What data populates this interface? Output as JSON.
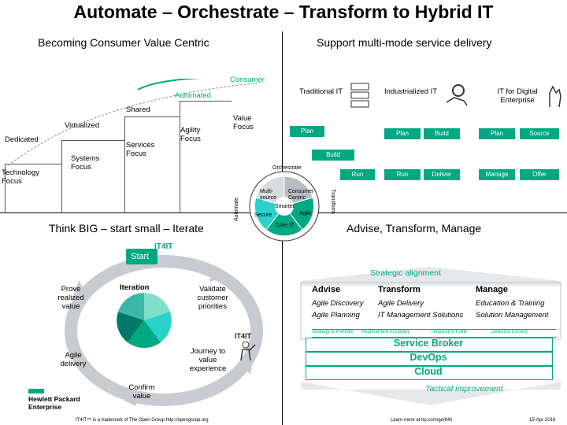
{
  "title": "Automate – Orchestrate – Transform to Hybrid IT",
  "q1": {
    "heading": "Becoming Consumer Value Centric",
    "levels": [
      "Technology Focus",
      "Dedicated",
      "Systems Focus",
      "Virtualized",
      "Services Focus",
      "Shared",
      "Agility Focus",
      "Automated",
      "Value Focus",
      "Consumer"
    ]
  },
  "q2": {
    "heading": "Support multi-mode service delivery",
    "modes": [
      "Traditional IT",
      "Industrialized IT",
      "IT for Digital Enterprise"
    ],
    "steps": [
      "Plan",
      "Build",
      "Run",
      "Plan",
      "Build",
      "Run",
      "Deliver",
      "Plan",
      "Source",
      "Manage",
      "Offer"
    ],
    "wheel": {
      "center": "Smarter",
      "segments": [
        "Multi-source",
        "Consumer Centric",
        "Agile",
        "Core IT",
        "Secure"
      ],
      "outer": [
        "Orchestrate",
        "Transform",
        "Automate"
      ]
    }
  },
  "q3": {
    "heading": "Think BIG – start small – Iterate",
    "logo": "IT4IT",
    "start": "Start",
    "iteration": "Iteration",
    "steps": [
      "Validate customer priorities",
      "Journey to value experience",
      "Confirm value",
      "Agile delivery",
      "Prove realized value"
    ],
    "brand": [
      "Hewlett Packard",
      "Enterprise"
    ],
    "footnote": "IT4IT™ is a trademark of The Open Group http://opengroup.org"
  },
  "q4": {
    "heading": "Advise, Transform, Manage",
    "strategic": "Strategic alignment",
    "columns": [
      {
        "head": "Advise",
        "items": [
          "Agile Discovery",
          "Agile Planning"
        ]
      },
      {
        "head": "Transform",
        "items": [
          "Agile Delivery",
          "IT Management Solutions"
        ]
      },
      {
        "head": "Manage",
        "items": [
          "Education & Training",
          "Solution Management"
        ]
      }
    ],
    "streams": [
      "Strategy to Portfolio",
      "Requirement to Deploy",
      "Request to Fulfill",
      "Detect to Correct"
    ],
    "logo": "IT4IT",
    "stack": [
      "Service Broker",
      "DevOps",
      "Cloud"
    ],
    "tactical": "Tactical improvement",
    "learn": "Learn more at hp.com/go/it4it",
    "date": "15-Apr-2016"
  },
  "colors": {
    "accent": "#01a982",
    "arrow": "#c8ccd0",
    "dark": "#1a1a1a"
  }
}
